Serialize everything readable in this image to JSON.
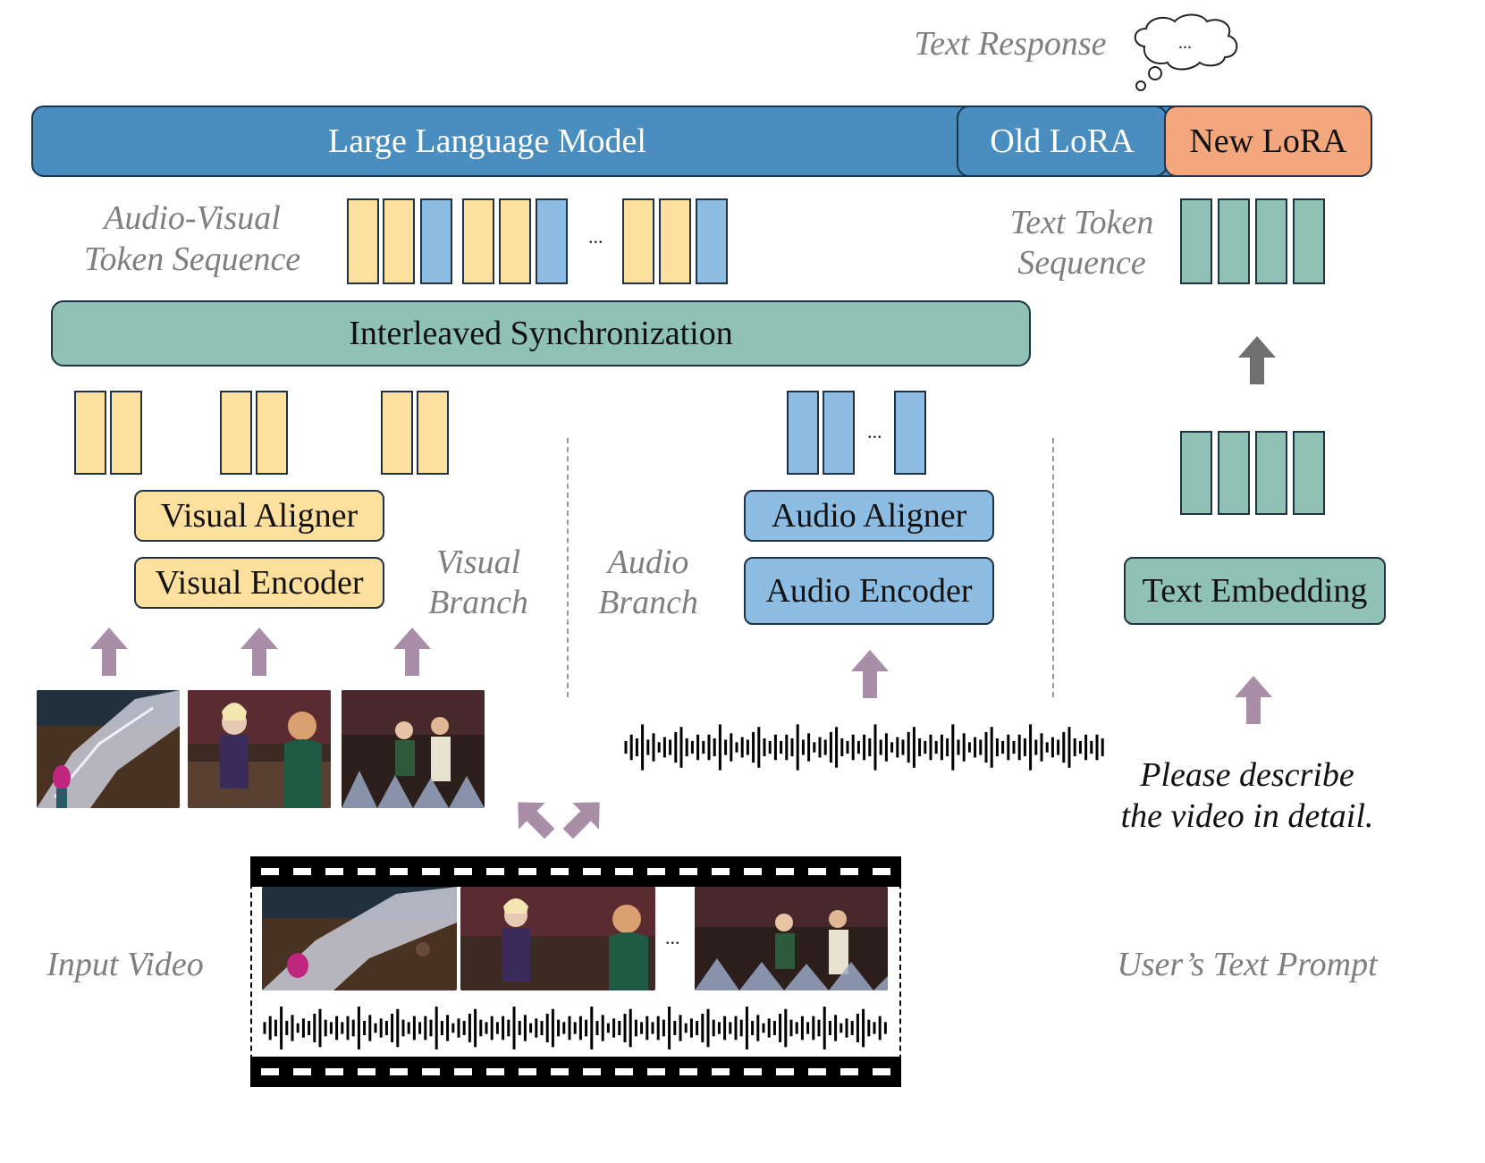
{
  "top": {
    "text_response_label": "Text Response",
    "thought_ellipsis": "...",
    "llm_label": "Large Language Model",
    "old_lora_label": "Old LoRA",
    "new_lora_label": "New LoRA"
  },
  "tokens": {
    "av_label_line1": "Audio-Visual",
    "av_label_line2": "Token Sequence",
    "av_ellipsis": "...",
    "text_label_line1": "Text Token",
    "text_label_line2": "Sequence"
  },
  "sync": {
    "label": "Interleaved Synchronization"
  },
  "visual_branch": {
    "aligner_label": "Visual Aligner",
    "encoder_label": "Visual Encoder",
    "branch_label_line1": "Visual",
    "branch_label_line2": "Branch"
  },
  "audio_branch": {
    "aligner_label": "Audio Aligner",
    "encoder_label": "Audio Encoder",
    "branch_label_line1": "Audio",
    "branch_label_line2": "Branch",
    "token_ellipsis": "..."
  },
  "text_branch": {
    "embedding_label": "Text Embedding",
    "prompt_line1": "Please describe",
    "prompt_line2": "the video in detail.",
    "user_prompt_label": "User’s Text Prompt"
  },
  "input": {
    "input_video_label": "Input Video",
    "film_ellipsis": "..."
  },
  "colors": {
    "llm_blue": "#4a8ebf",
    "new_lora_orange": "#f4a77c",
    "visual_yellow": "#fde09d",
    "audio_blue": "#8dbde2",
    "text_teal": "#8fc2b5",
    "arrow_mauve": "#a88ea6",
    "arrow_gray": "#6f6f6f",
    "label_gray": "#7f7f7f"
  }
}
